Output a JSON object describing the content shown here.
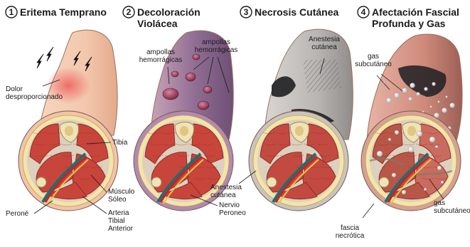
{
  "colors": {
    "skin": "#f3c8ad",
    "skin_shade": "#e7a98d",
    "redness": "#ee6b6b",
    "violaceous": "#8f6d93",
    "violaceous_dark": "#6e4f75",
    "blister": "#a34863",
    "necrosis": "#4f4f55",
    "necrosis_black": "#1f1f22",
    "muscle": "#c8453c",
    "muscle_line": "#8e2721",
    "fascia": "#dcd0bf",
    "bone": "#f0e3b8",
    "artery": "#c8202a",
    "vein": "#1f6f6b",
    "nerve": "#e8c53f",
    "gas": "#e6e6e6"
  },
  "icons": [
    "lightning-bolt-icon"
  ],
  "panels": [
    {
      "number": "1",
      "title_lines": [
        "Eritema Temprano"
      ],
      "labels": [
        {
          "lines": [
            "Dolor",
            "desproporcionado"
          ]
        },
        {
          "lines": [
            "Tibia"
          ]
        },
        {
          "lines": [
            "Músculo",
            "Sóleo"
          ]
        },
        {
          "lines": [
            "Peroné"
          ]
        },
        {
          "lines": [
            "Arteria",
            "Tibial",
            "Anterior"
          ]
        }
      ]
    },
    {
      "number": "2",
      "title_lines": [
        "Decoloración",
        "Violácea"
      ],
      "labels": [
        {
          "lines": [
            "ampollas",
            "hemorrágicas"
          ]
        },
        {
          "lines": [
            "ampollas",
            "hemorrágicas"
          ]
        },
        {
          "lines": [
            "Nervio",
            "Peroneo"
          ]
        }
      ]
    },
    {
      "number": "3",
      "title_lines": [
        "Necrosis Cutánea"
      ],
      "labels": [
        {
          "lines": [
            "Anestesia",
            "cutánea"
          ]
        },
        {
          "lines": [
            "Anestesia",
            "cutánea"
          ]
        }
      ]
    },
    {
      "number": "4",
      "title_lines": [
        "Afectación Fascial",
        "Profunda y Gas"
      ],
      "labels": [
        {
          "lines": [
            "gas",
            "subcutáneo"
          ]
        },
        {
          "lines": [
            "gas",
            "subcutáneo"
          ]
        },
        {
          "lines": [
            "fascia",
            "necrótica"
          ]
        }
      ]
    }
  ]
}
